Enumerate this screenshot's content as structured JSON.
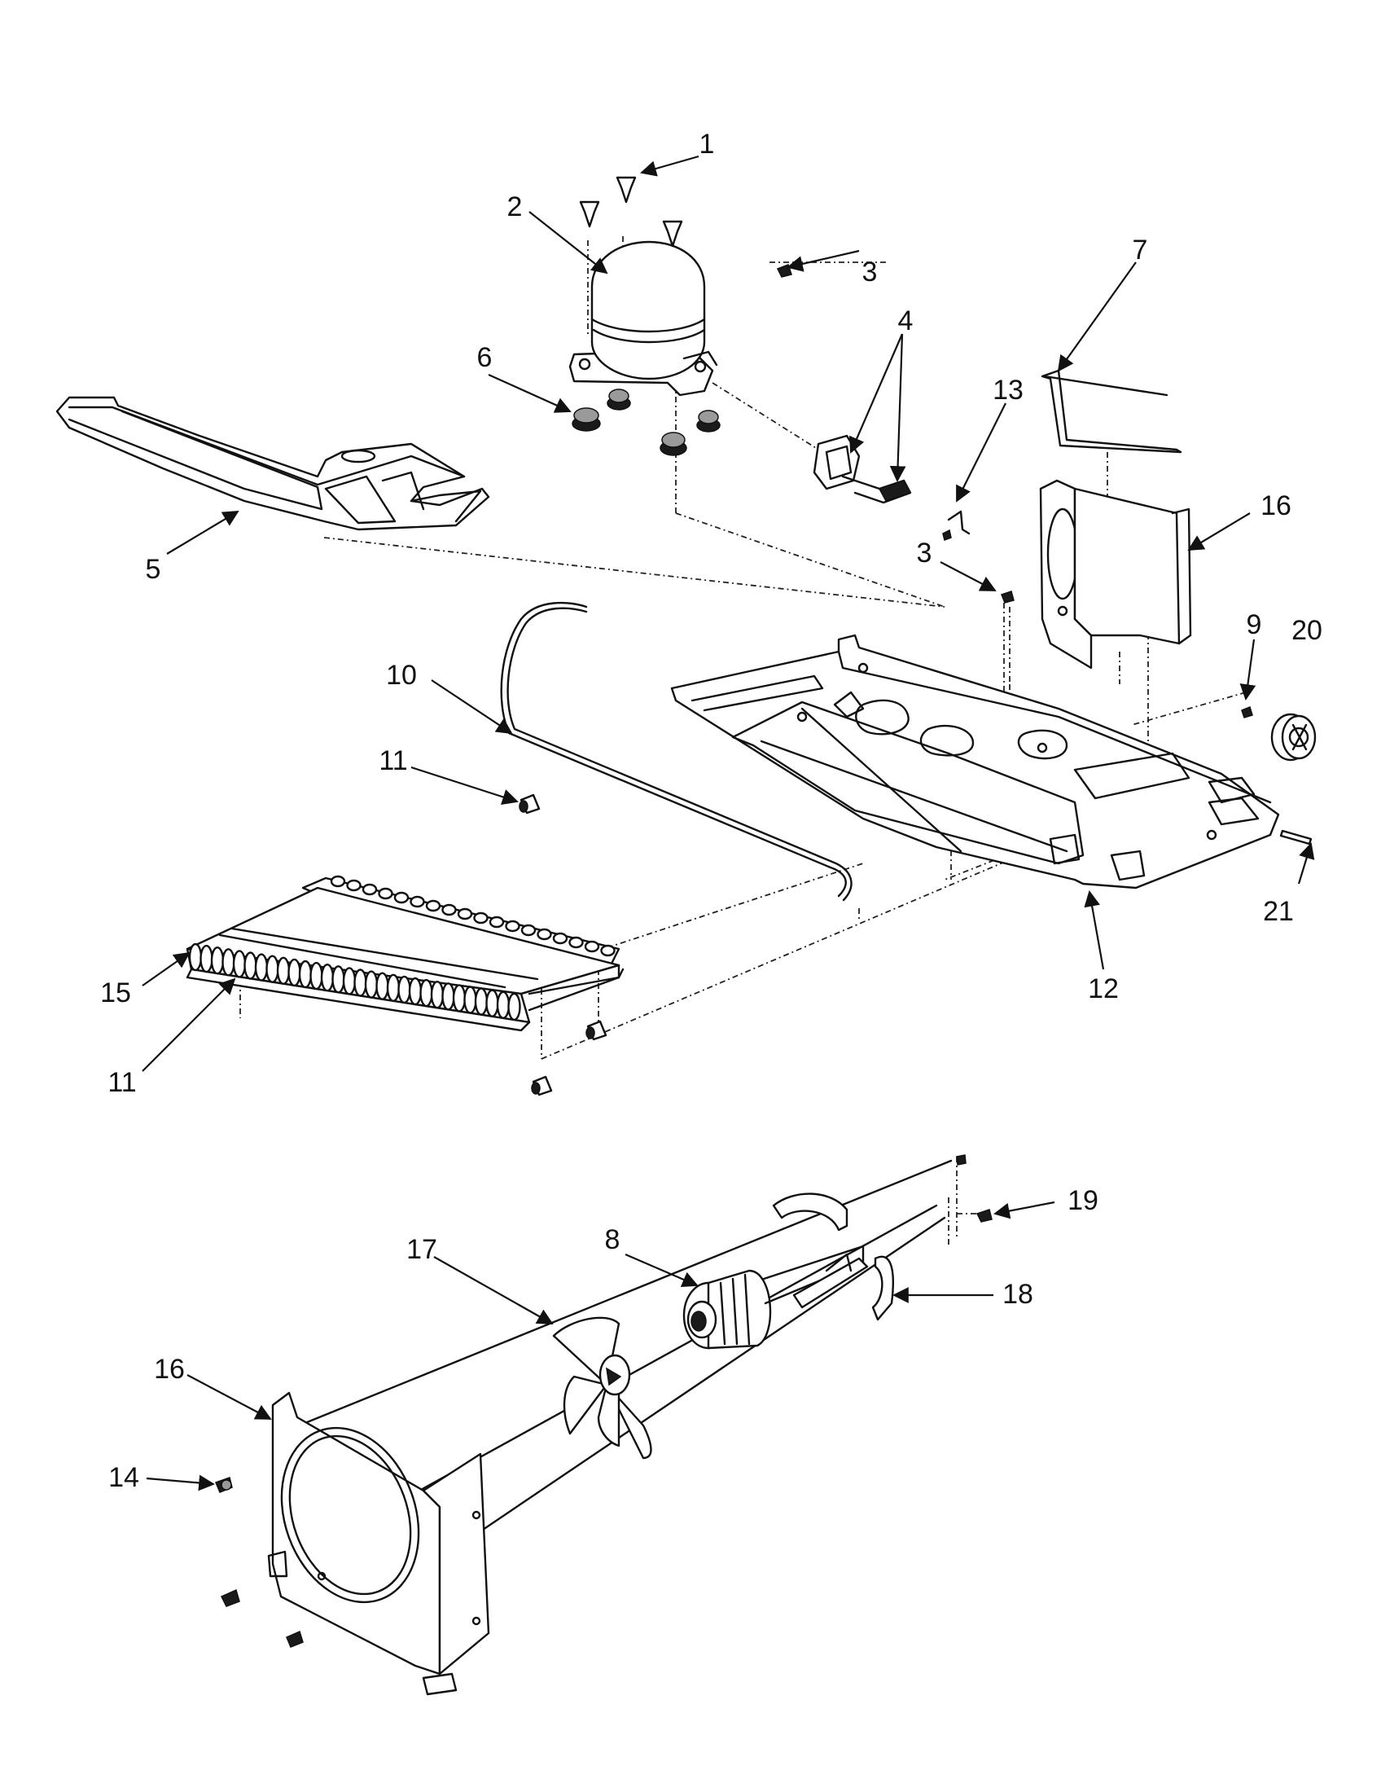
{
  "callouts": [
    {
      "id": "c1",
      "text": "1"
    },
    {
      "id": "c2",
      "text": "2"
    },
    {
      "id": "c3a",
      "text": "3"
    },
    {
      "id": "c3b",
      "text": "3"
    },
    {
      "id": "c4",
      "text": "4"
    },
    {
      "id": "c5",
      "text": "5"
    },
    {
      "id": "c6",
      "text": "6"
    },
    {
      "id": "c7",
      "text": "7"
    },
    {
      "id": "c8",
      "text": "8"
    },
    {
      "id": "c9",
      "text": "9"
    },
    {
      "id": "c10",
      "text": "10"
    },
    {
      "id": "c11a",
      "text": "11"
    },
    {
      "id": "c11b",
      "text": "11"
    },
    {
      "id": "c12",
      "text": "12"
    },
    {
      "id": "c13",
      "text": "13"
    },
    {
      "id": "c14",
      "text": "14"
    },
    {
      "id": "c15",
      "text": "15"
    },
    {
      "id": "c16a",
      "text": "16"
    },
    {
      "id": "c16b",
      "text": "16"
    },
    {
      "id": "c17",
      "text": "17"
    },
    {
      "id": "c18",
      "text": "18"
    },
    {
      "id": "c19",
      "text": "19"
    },
    {
      "id": "c20",
      "text": "20"
    },
    {
      "id": "c21",
      "text": "21"
    }
  ]
}
